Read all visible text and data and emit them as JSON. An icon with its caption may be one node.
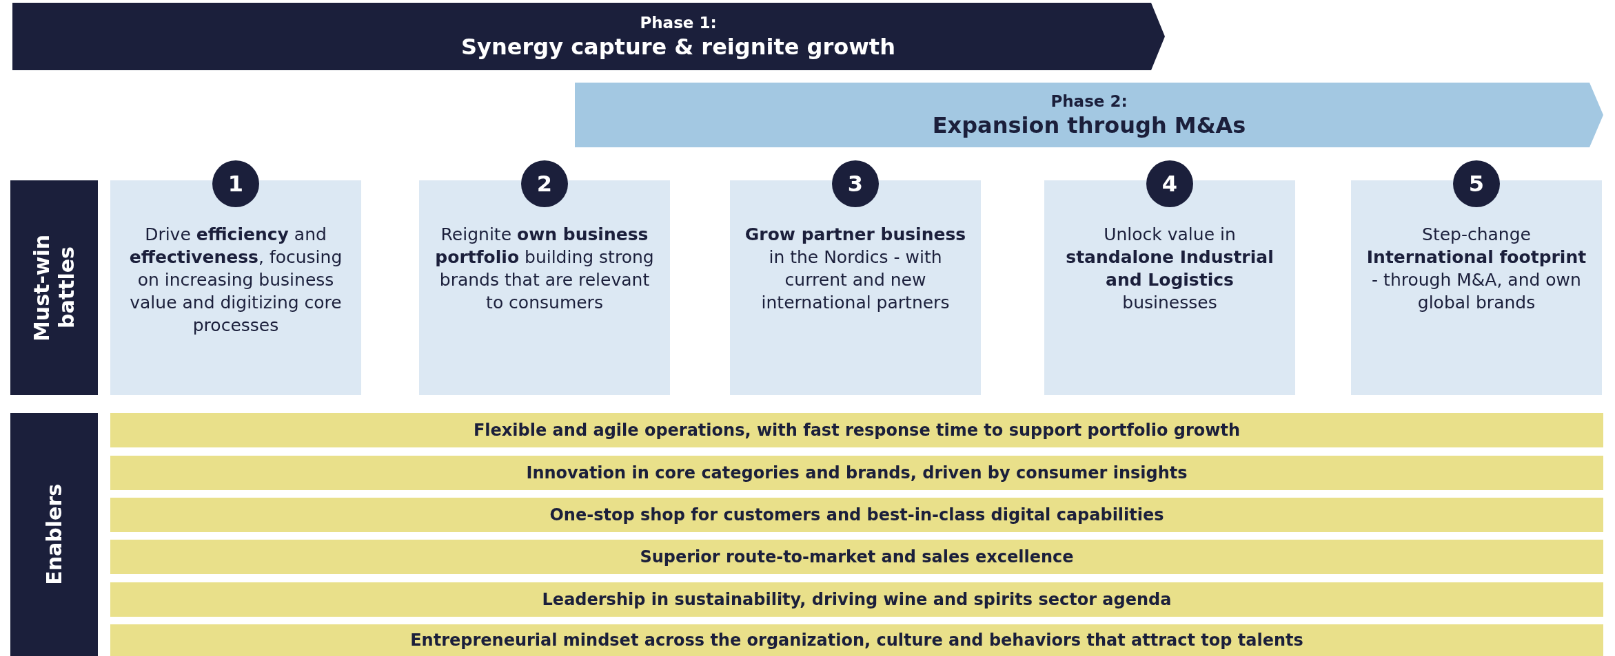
{
  "diagram": {
    "nodes": [
      {
        "text": [
          "Phase 1:",
          "Synergy capture & reignite growth"
        ]
      },
      {
        "text": [
          "Phase 2:",
          "Expansion through M&As"
        ]
      },
      {
        "text": [
          "Must-win battles"
        ]
      },
      {
        "text": [
          "1"
        ]
      },
      {
        "text": [
          "Drive **efficiency** and **effectiveness**, focusing on increasing business value and digitizing core processes"
        ]
      },
      {
        "text": [
          "2"
        ]
      },
      {
        "text": [
          "Reignite **own business portfolio** building strong brands that are relevant to consumers"
        ]
      },
      {
        "text": [
          "3"
        ]
      },
      {
        "text": [
          "**Grow partner business** in the Nordics - with current and new international partners"
        ]
      },
      {
        "text": [
          "4"
        ]
      },
      {
        "text": [
          "Unlock value in **standalone Industrial and Logistics** businesses"
        ]
      },
      {
        "text": [
          "5"
        ]
      },
      {
        "text": [
          "Step-change **International footprint** - through M&A, and own global brands"
        ]
      },
      {
        "text": [
          "Enablers"
        ]
      },
      {
        "text": [
          "Flexible and agile operations, with fast response time to support portfolio growth"
        ]
      },
      {
        "text": [
          "Innovation in core categories and brands, driven by consumer insights"
        ]
      },
      {
        "text": [
          "One-stop shop for customers and best-in-class digital capabilities"
        ]
      },
      {
        "text": [
          "Superior route-to-market and sales excellence"
        ]
      },
      {
        "text": [
          "Leadership in sustainability, driving wine and spirits sector agenda"
        ]
      },
      {
        "text": [
          "Entrepreneurial mindset across the organization, culture and behaviors that attract top talents"
        ]
      }
    ],
    "edges": []
  }
}
